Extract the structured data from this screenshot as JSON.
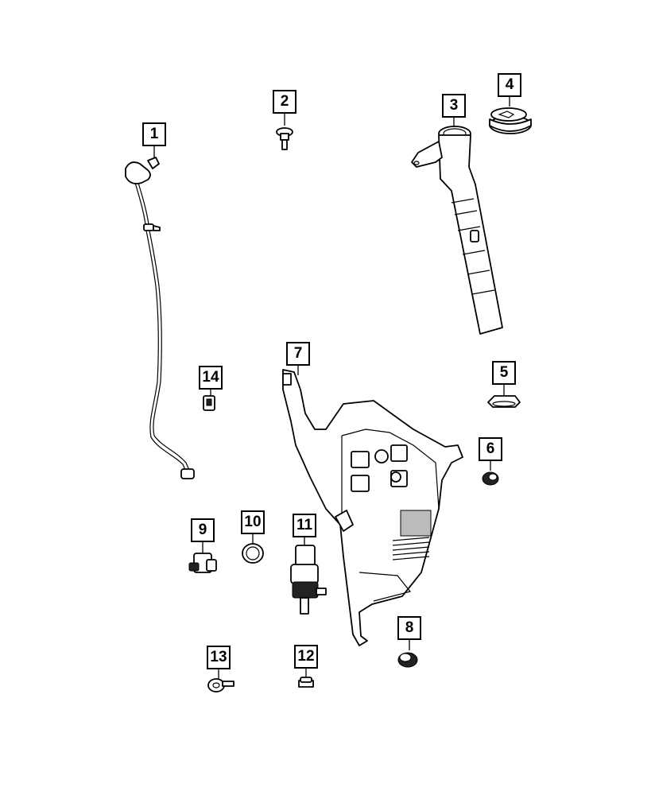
{
  "callouts": [
    {
      "id": "callout-1",
      "label": "1"
    },
    {
      "id": "callout-2",
      "label": "2"
    },
    {
      "id": "callout-3",
      "label": "3"
    },
    {
      "id": "callout-4",
      "label": "4"
    },
    {
      "id": "callout-5",
      "label": "5"
    },
    {
      "id": "callout-6",
      "label": "6"
    },
    {
      "id": "callout-7",
      "label": "7"
    },
    {
      "id": "callout-8",
      "label": "8"
    },
    {
      "id": "callout-9",
      "label": "9"
    },
    {
      "id": "callout-10",
      "label": "10"
    },
    {
      "id": "callout-11",
      "label": "11"
    },
    {
      "id": "callout-12",
      "label": "12"
    },
    {
      "id": "callout-13",
      "label": "13"
    },
    {
      "id": "callout-14",
      "label": "14"
    }
  ],
  "parts": {
    "p1": "washer-hose-icon",
    "p2": "bolt-icon",
    "p3": "filler-neck-icon",
    "p4": "filler-cap-icon",
    "p5": "grommet-icon",
    "p6": "grommet-icon",
    "p7": "reservoir-icon",
    "p8": "grommet-icon",
    "p9": "level-sensor-icon",
    "p10": "seal-icon",
    "p11": "pump-icon",
    "p12": "nut-icon",
    "p13": "screw-icon",
    "p14": "clip-icon"
  }
}
